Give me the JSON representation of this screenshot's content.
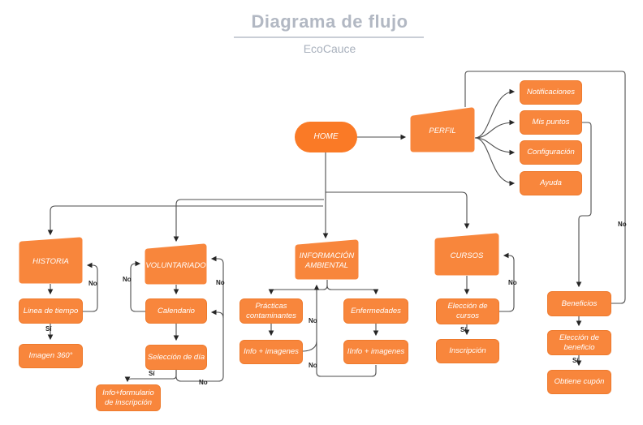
{
  "header": {
    "title": "Diagrama de flujo",
    "subtitle": "EcoCauce"
  },
  "colors": {
    "node_fill": "#f8863c",
    "node_border": "#ee7a2d",
    "home_fill": "#fa7a26",
    "connector": "#4d4d4d",
    "title_gray": "#b2b8c3"
  },
  "nodes": {
    "home": "HOME",
    "perfil": "PERFIL",
    "notificaciones": "Notificaciones",
    "mis_puntos": "Mis puntos",
    "configuracion": "Configuración",
    "ayuda": "Ayuda",
    "historia": "HISTORIA",
    "linea_tiempo": "Linea de tiempo",
    "imagen360": "Imagen 360°",
    "voluntariado": "VOLUNTARIADO",
    "calendario": "Calendario",
    "seleccion_dia": "Selección de día",
    "info_formulario": "Info+formulario de inscripción",
    "info_ambiental": "INFORMACIÓN AMBIENTAL",
    "practicas": "Prácticas contaminantes",
    "info_imagenes": "Info + imagenes",
    "enfermedades": "Enfermedades",
    "iinfo_imagenes": "IInfo + imagenes",
    "cursos": "CURSOS",
    "eleccion_cursos": "Elección de cursos",
    "inscripcion": "Inscripción",
    "beneficios": "Beneficios",
    "eleccion_beneficio": "Elección de beneficio",
    "obtiene_cupon": "Obtiene cupón"
  },
  "labels": {
    "si": "Sí",
    "no": "No"
  }
}
